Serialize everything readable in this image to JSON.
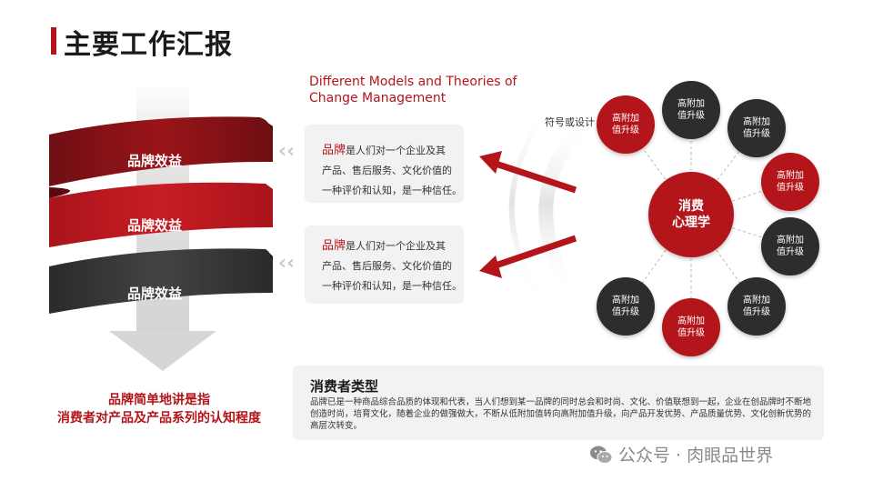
{
  "header": {
    "title": "主要工作汇报"
  },
  "ribbons": [
    {
      "label": "品牌效益"
    },
    {
      "label": "品牌效益"
    },
    {
      "label": "品牌效益"
    }
  ],
  "bottom_left": {
    "line1": "品牌简单地讲是指",
    "line2": "消费者对产品及产品系列的认知程度"
  },
  "subtitle": "Different Models and Theories of Change Management",
  "cards": [
    {
      "highlight": "品牌",
      "line1": "是人们对一个企业及其",
      "line2": "产品、售后服务、文化价值的",
      "line3": "一种评价和认知，是一种信任。"
    },
    {
      "highlight": "品牌",
      "line1": "是人们对一个企业及其",
      "line2": "产品、售后服务、文化价值的",
      "line3": "一种评价和认知，是一种信任。"
    }
  ],
  "arc_caption": "符号或设计",
  "diagram": {
    "center": "消费\n心理学",
    "nodes": [
      {
        "label": "高附加\n值升级",
        "color": "dark"
      },
      {
        "label": "高附加\n值升级",
        "color": "dark"
      },
      {
        "label": "高附加\n值升级",
        "color": "red"
      },
      {
        "label": "高附加\n值升级",
        "color": "dark"
      },
      {
        "label": "高附加\n值升级",
        "color": "dark"
      },
      {
        "label": "高附加\n值升级",
        "color": "red"
      },
      {
        "label": "高附加\n值升级",
        "color": "dark"
      },
      {
        "label": "高附加\n值升级",
        "color": "red"
      }
    ]
  },
  "consumer": {
    "title": "消费者类型",
    "body": "品牌已是一种商品综合品质的体现和代表，当人们想到某一品牌的同时总会和时尚、文化、价值联想到一起，企业在创品牌时不断地创造时尚，培育文化，随着企业的做强做大，不断从低附加值转向高附加值升级，向产品开发优势、产品质量优势、文化创新优势的高层次转变。"
  },
  "watermark": {
    "text": "公众号 · 肉眼品世界"
  },
  "colors": {
    "accent": "#b3151b",
    "dark": "#2d2d2d",
    "card": "#f2f2f2"
  }
}
